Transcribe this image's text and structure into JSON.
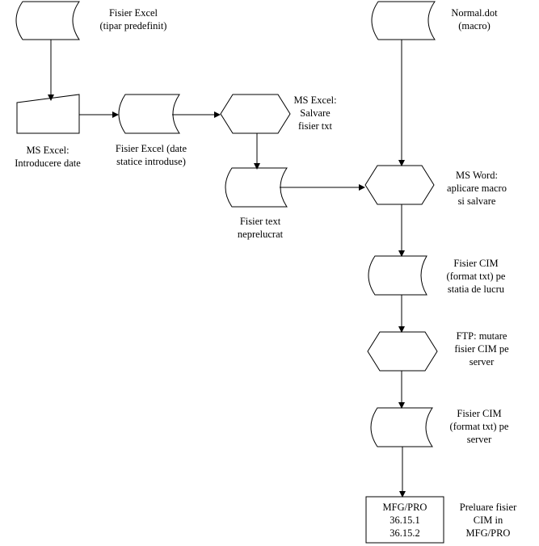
{
  "nodes": {
    "excel_template": {
      "lines": [
        "Fisier Excel",
        "(tipar predefinit)"
      ]
    },
    "excel_input": {
      "lines": [
        "MS Excel:",
        "Introducere date"
      ]
    },
    "excel_static": {
      "lines": [
        "Fisier Excel (date",
        "statice introduse)"
      ]
    },
    "excel_save": {
      "lines": [
        "MS Excel:",
        "Salvare",
        "fisier txt"
      ]
    },
    "raw_text": {
      "lines": [
        "Fisier text",
        "neprelucrat"
      ]
    },
    "normal_dot": {
      "lines": [
        "Normal.dot",
        "(macro)"
      ]
    },
    "word_macro": {
      "lines": [
        "MS Word:",
        "aplicare macro",
        "si salvare"
      ]
    },
    "cim_workstation": {
      "lines": [
        "Fisier CIM",
        "(format txt) pe",
        "statia de lucru"
      ]
    },
    "ftp": {
      "lines": [
        "FTP: mutare",
        "fisier CIM pe",
        "server"
      ]
    },
    "cim_server": {
      "lines": [
        "Fisier CIM",
        "(format txt) pe",
        "server"
      ]
    },
    "mfgpro_box": {
      "lines": [
        "MFG/PRO",
        "36.15.1",
        "36.15.2"
      ]
    },
    "mfgpro_import": {
      "lines": [
        "Preluare fisier",
        "CIM in",
        "MFG/PRO"
      ]
    }
  }
}
